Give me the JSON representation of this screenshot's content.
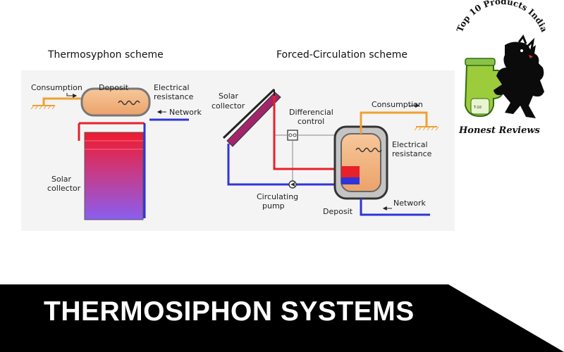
{
  "thermosyphon": {
    "title": "Thermosyphon scheme",
    "consumption": "Consumption",
    "deposit": "Deposit",
    "electrical_1": "Electrical",
    "electrical_2": "resistance",
    "network": "Network",
    "solar_1": "Solar",
    "solar_2": "collector"
  },
  "forced": {
    "title": "Forced-Circulation scheme",
    "solar_1": "Solar",
    "solar_2": "collector",
    "diff_1": "Differencial",
    "diff_2": "control",
    "consumption": "Consumption",
    "electrical_1": "Electrical",
    "electrical_2": "resistance",
    "circ_1": "Circulating",
    "circ_2": "pump",
    "deposit": "Deposit",
    "network": "Network"
  },
  "logo": {
    "arc_text": "Top 10 Products India",
    "tagline": "Honest Reviews",
    "cup_label": "T-10"
  },
  "banner": {
    "text": "THERMOSIPHON SYSTEMS"
  },
  "colors": {
    "hot": "#e8202a",
    "cold": "#2f35d8",
    "pipe_out": "#f0a030",
    "tank": "#f2b37a",
    "logo_green": "#9ccc3c"
  }
}
